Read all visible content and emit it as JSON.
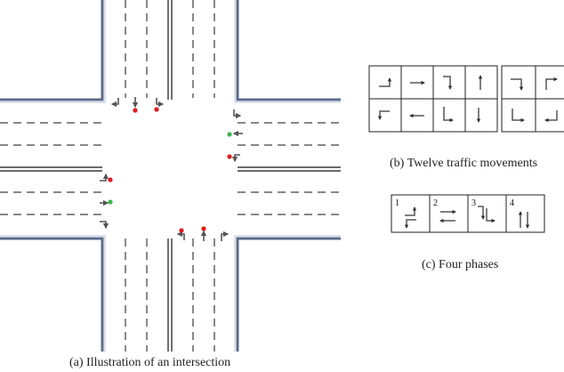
{
  "captions": {
    "intersection": "(a) Illustration of an intersection",
    "movements": "(b) Twelve traffic movements",
    "phases": "(c) Four phases"
  },
  "phases": [
    {
      "number": "1",
      "icon": "left-turn-east-west-icon"
    },
    {
      "number": "2",
      "icon": "through-east-west-icon"
    },
    {
      "number": "3",
      "icon": "left-turn-north-south-icon"
    },
    {
      "number": "4",
      "icon": "through-north-south-icon"
    }
  ],
  "movement_icons": [
    "east-left-turn-icon",
    "east-through-icon",
    "south-left-turn-icon",
    "north-through-icon",
    "west-left-turn-icon",
    "west-through-icon",
    "north-left-turn-icon",
    "south-through-icon",
    "right-turn-south-icon",
    "right-turn-east-icon",
    "right-turn-north-icon",
    "right-turn-west-icon"
  ],
  "colors": {
    "curb": "#5a6b8c",
    "signal_red": "#e01b1b",
    "signal_green": "#3bb54a",
    "arrow": "#555555",
    "line": "#111111"
  }
}
